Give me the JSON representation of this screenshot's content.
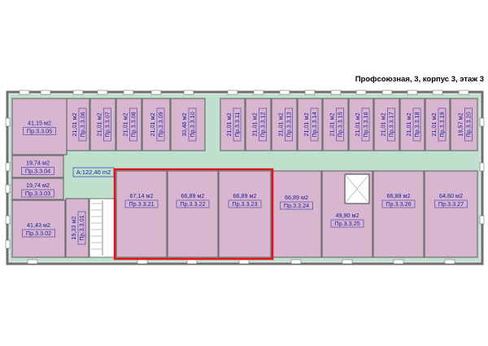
{
  "title": "Профсоюзная, 3, корпус 3, этаж 3",
  "colors": {
    "room_fill": "#d9b6cf",
    "corridor_fill": "#bfe0cc",
    "wall": "#6f6f6f",
    "highlight": "#e0141c",
    "label": "#1a1a9e"
  },
  "corridor": {
    "area": "A:122,40 m2"
  },
  "highlighted_rooms": [
    "Пр.3.3.21",
    "Пр.3.3.22",
    "Пр.3.3.23"
  ],
  "rooms": [
    {
      "id": "Пр.3.3.05",
      "area": "41,15 м2",
      "orientation": "horizontal"
    },
    {
      "id": "Пр.3.3.06",
      "area": "21,01 м2",
      "orientation": "vertical"
    },
    {
      "id": "Пр.3.3.07",
      "area": "21,01 м2",
      "orientation": "vertical"
    },
    {
      "id": "Пр.3.3.08",
      "area": "21,01 м2",
      "orientation": "vertical"
    },
    {
      "id": "Пр.3.3.09",
      "area": "21,01 м2",
      "orientation": "vertical"
    },
    {
      "id": "Пр.3.3.10",
      "area": "30,46 м2",
      "orientation": "vertical"
    },
    {
      "id": "Пр.3.3.11",
      "area": "21,01 м2",
      "orientation": "vertical"
    },
    {
      "id": "Пр.3.3.12",
      "area": "21,01 м2",
      "orientation": "vertical"
    },
    {
      "id": "Пр.3.3.13",
      "area": "21,01 м2",
      "orientation": "vertical"
    },
    {
      "id": "Пр.3.3.14",
      "area": "21,01 м2",
      "orientation": "vertical"
    },
    {
      "id": "Пр.3.3.15",
      "area": "21,01 м2",
      "orientation": "vertical"
    },
    {
      "id": "Пр.3.3.16",
      "area": "21,01 м2",
      "orientation": "vertical"
    },
    {
      "id": "Пр.3.3.17",
      "area": "21,01 м2",
      "orientation": "vertical"
    },
    {
      "id": "Пр.3.3.18",
      "area": "21,01 м2",
      "orientation": "vertical"
    },
    {
      "id": "Пр.3.3.19",
      "area": "21,01 м2",
      "orientation": "vertical"
    },
    {
      "id": "Пр.3.3.20",
      "area": "19,57 м2",
      "orientation": "vertical"
    },
    {
      "id": "Пр.3.3.04",
      "area": "19,74 м2",
      "orientation": "horizontal"
    },
    {
      "id": "Пр.3.3.03",
      "area": "19,74 м2",
      "orientation": "horizontal"
    },
    {
      "id": "Пр.3.3.02",
      "area": "41,43 м2",
      "orientation": "horizontal"
    },
    {
      "id": "Пр.3.3.01",
      "area": "19,33 м2",
      "orientation": "vertical"
    },
    {
      "id": "Пр.3.3.21",
      "area": "67,14 м2",
      "orientation": "horizontal"
    },
    {
      "id": "Пр.3.3.22",
      "area": "66,89 м2",
      "orientation": "horizontal"
    },
    {
      "id": "Пр.3.3.23",
      "area": "66,89 м2",
      "orientation": "horizontal"
    },
    {
      "id": "Пр.3.3.24",
      "area": "66,89 м2",
      "orientation": "horizontal"
    },
    {
      "id": "Пр.3.3.25",
      "area": "49,90 м2",
      "orientation": "horizontal"
    },
    {
      "id": "Пр.3.3.26",
      "area": "66,89 м2",
      "orientation": "horizontal"
    },
    {
      "id": "Пр.3.3.27",
      "area": "64,60 м2",
      "orientation": "horizontal"
    }
  ]
}
